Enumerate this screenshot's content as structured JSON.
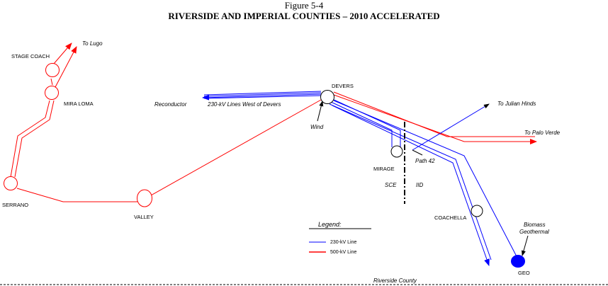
{
  "header": {
    "figure": "Figure 5-4",
    "title": "RIVERSIDE AND IMPERIAL COUNTIES – 2010 ACCELERATED"
  },
  "colors": {
    "line_230kv": "#0000ff",
    "line_500kv": "#ff0000",
    "geo_node": "#0000ff"
  },
  "nodes": {
    "stage_coach": "STAGE COACH",
    "mira_loma": "MIRA LOMA",
    "serrano": "SERRANO",
    "valley": "VALLEY",
    "devers": "DEVERS",
    "mirage": "MIRAGE",
    "coachella": "COACHELLA",
    "geo": "GEO"
  },
  "annotations": {
    "to_lugo": "To Lugo",
    "reconductor": "Reconductor",
    "lines_west": "230-kV Lines West of Devers",
    "wind": "Wind",
    "to_julian_hinds": "To Julian Hinds",
    "to_palo_verde": "To Palo Verde",
    "path_42": "Path 42",
    "sce": "SCE",
    "iid": "IID",
    "biomass": "Biomass",
    "geothermal": "Geothermal",
    "riverside_county": "Riverside County"
  },
  "legend": {
    "title": "Legend:",
    "items": [
      {
        "label": "230-kV Line",
        "color": "#0000ff"
      },
      {
        "label": "500-kV Line",
        "color": "#ff0000"
      }
    ]
  }
}
